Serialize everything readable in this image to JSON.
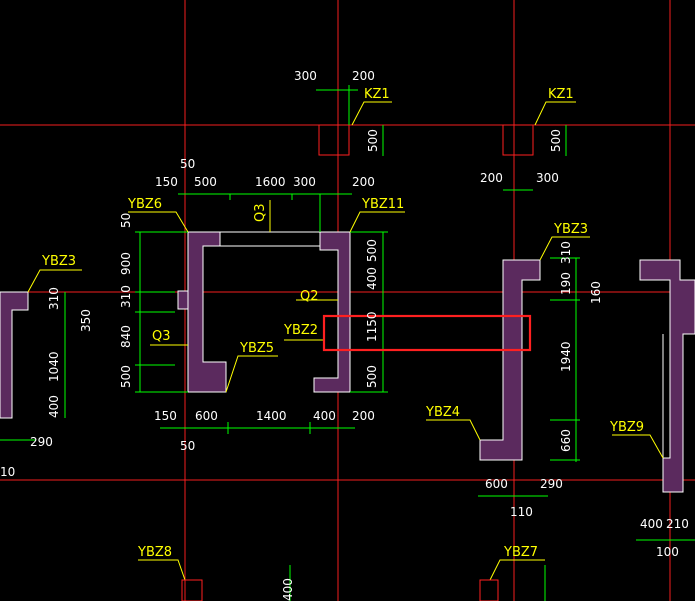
{
  "drawing": {
    "selection_rect_color": "#ff2020",
    "colors": {
      "grid": "#ff2020",
      "dimension": "#00ff00",
      "label": "#ffff00",
      "wall_fill": "#5b2a5e"
    }
  },
  "labels": {
    "kz1_a": "KZ1",
    "kz1_b": "KZ1",
    "ybz3_left": "YBZ3",
    "ybz6": "YBZ6",
    "ybz11": "YBZ11",
    "q3_top": "Q3",
    "q2": "Q2",
    "ybz2": "YBZ2",
    "q3_left": "Q3",
    "ybz5": "YBZ5",
    "ybz3_right": "YBZ3",
    "ybz4": "YBZ4",
    "ybz9": "YBZ9",
    "ybz8": "YBZ8",
    "ybz7": "YBZ7"
  },
  "dims": {
    "d300_top": "300",
    "d200_top": "200",
    "d500_kz1a": "500",
    "d500_kz1b": "500",
    "d200_kz1b": "200",
    "d300_kz1b": "300",
    "d50_top": "50",
    "d150_top": "150",
    "d500_row": "500",
    "d1600": "1600",
    "d300_row": "300",
    "d200_row": "200",
    "d50_left": "50",
    "d900": "900",
    "d310_left": "310",
    "d840": "840",
    "d500_left": "500",
    "d310_far": "310",
    "d350": "350",
    "d1040": "1040",
    "d400_far": "400",
    "d290_far": "290",
    "d10_far": "10",
    "d500_r1": "500",
    "d400_r": "400",
    "d1150": "1150",
    "d500_r2": "500",
    "d150_bot": "150",
    "d600_bot": "600",
    "d1400": "1400",
    "d400_bot": "400",
    "d200_bot": "200",
    "d50_bot": "50",
    "d310_ybz3": "310",
    "d190": "190",
    "d160": "160",
    "d1940": "1940",
    "d660": "660",
    "d600_ybz4": "600",
    "d290_ybz4": "290",
    "d110": "110",
    "d400_ybz9": "400",
    "d210": "210",
    "d100": "100",
    "d400_bottom": "400"
  }
}
